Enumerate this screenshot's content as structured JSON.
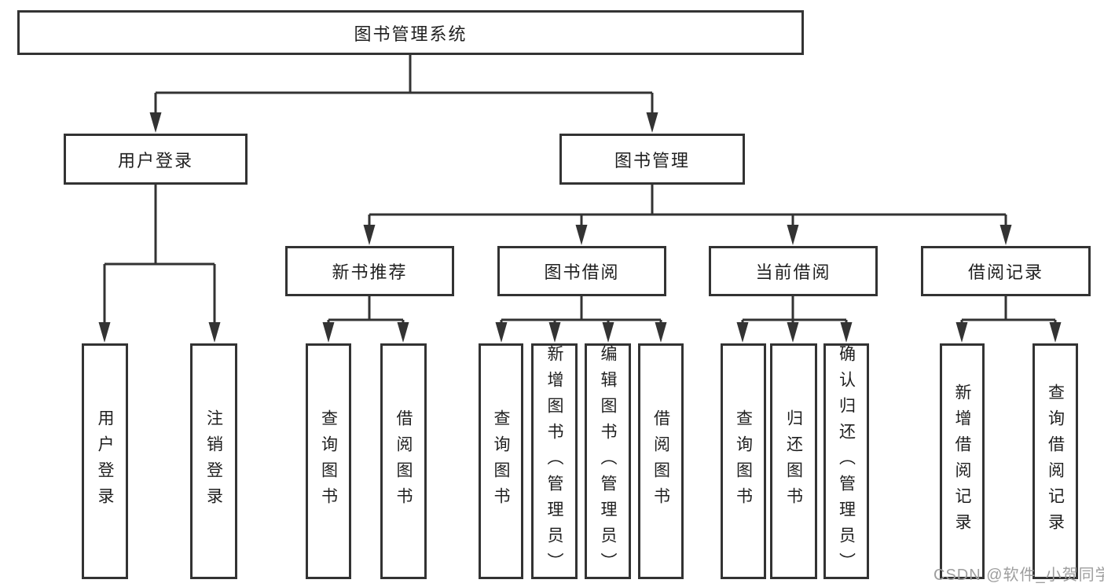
{
  "diagram_type": "hierarchy-tree",
  "colors": {
    "line": "#333333",
    "text": "#1f1f1f",
    "box_bg": "#ffffff",
    "watermark": "#9e9e9e",
    "page_bg": "#ffffff"
  },
  "tree": {
    "label": "图书管理系统",
    "children": [
      {
        "label": "用户登录",
        "children": [
          {
            "label": "用户登录"
          },
          {
            "label": "注销登录"
          }
        ]
      },
      {
        "label": "图书管理",
        "children": [
          {
            "label": "新书推荐",
            "children": [
              {
                "label": "查询图书"
              },
              {
                "label": "借阅图书"
              }
            ]
          },
          {
            "label": "图书借阅",
            "children": [
              {
                "label": "查询图书"
              },
              {
                "label": "新增图书（管理员）"
              },
              {
                "label": "编辑图书（管理员）"
              },
              {
                "label": "借阅图书"
              }
            ]
          },
          {
            "label": "当前借阅",
            "children": [
              {
                "label": "查询图书"
              },
              {
                "label": "归还图书"
              },
              {
                "label": "确认归还（管理员）"
              }
            ]
          },
          {
            "label": "借阅记录",
            "children": [
              {
                "label": "新增借阅记录"
              },
              {
                "label": "查询借阅记录"
              }
            ]
          }
        ]
      }
    ]
  },
  "watermark": {
    "text": "CSDN @软件_小贺同学"
  }
}
